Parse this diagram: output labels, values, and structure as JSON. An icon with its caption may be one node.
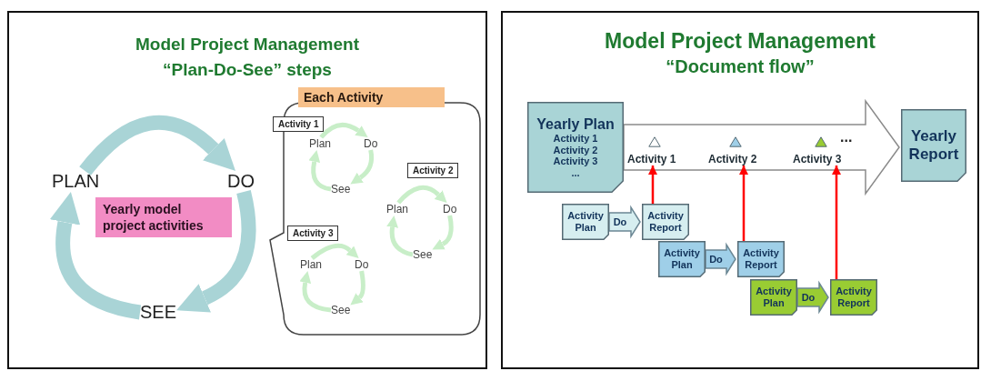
{
  "diagram": {
    "nodes": [
      {
        "text": [
          "Model Project Management",
          "“Plan-Do-See” steps"
        ]
      },
      {
        "text": [
          "PLAN"
        ],
        "in": 0
      },
      {
        "text": [
          "DO"
        ],
        "in": 0
      },
      {
        "text": [
          "SEE"
        ],
        "in": 0
      },
      {
        "text": [
          "Yearly model project activities"
        ],
        "in": 0
      },
      {
        "text": [
          "Each Activity"
        ],
        "in": 0
      },
      {
        "text": [
          "Activity 1"
        ],
        "in": 5
      },
      {
        "text": [
          "Plan"
        ],
        "in": 5
      },
      {
        "text": [
          "Do"
        ],
        "in": 5
      },
      {
        "text": [
          "See"
        ],
        "in": 5
      },
      {
        "text": [
          "Activity 2"
        ],
        "in": 5
      },
      {
        "text": [
          "Plan"
        ],
        "in": 5
      },
      {
        "text": [
          "Do"
        ],
        "in": 5
      },
      {
        "text": [
          "See"
        ],
        "in": 5
      },
      {
        "text": [
          "Activity 3"
        ],
        "in": 5
      },
      {
        "text": [
          "Plan"
        ],
        "in": 5
      },
      {
        "text": [
          "Do"
        ],
        "in": 5
      },
      {
        "text": [
          "See"
        ],
        "in": 5
      },
      {
        "text": [
          "Model Project Management",
          "“Document flow”"
        ]
      },
      {
        "text": [
          "Yearly Plan",
          "Activity 1",
          "Activity 2",
          "Activity 3",
          "..."
        ],
        "in": 18
      },
      {
        "text": [
          "Activity 1"
        ],
        "in": 18
      },
      {
        "text": [
          "Activity 2"
        ],
        "in": 18
      },
      {
        "text": [
          "Activity 3"
        ],
        "in": 18
      },
      {
        "text": [
          "Yearly Report"
        ],
        "in": 18
      },
      {
        "text": [
          "Activity Plan"
        ],
        "in": 18
      },
      {
        "text": [
          "Activity Report"
        ],
        "in": 18
      },
      {
        "text": [
          "Activity Plan"
        ],
        "in": 18
      },
      {
        "text": [
          "Activity Report"
        ],
        "in": 18
      },
      {
        "text": [
          "Activity Plan"
        ],
        "in": 18
      },
      {
        "text": [
          "Activity Report"
        ],
        "in": 18
      }
    ],
    "edges": [
      {
        "from": 1,
        "to": 2,
        "arrow": "to",
        "style": "thick",
        "color": "#a9d4d6"
      },
      {
        "from": 2,
        "to": 3,
        "arrow": "to",
        "style": "thick",
        "color": "#a9d4d6"
      },
      {
        "from": 3,
        "to": 1,
        "arrow": "to",
        "style": "thick",
        "color": "#a9d4d6"
      },
      {
        "from": 7,
        "to": 8,
        "arrow": "to"
      },
      {
        "from": 8,
        "to": 9,
        "arrow": "to"
      },
      {
        "from": 9,
        "to": 7,
        "arrow": "to"
      },
      {
        "from": 11,
        "to": 12,
        "arrow": "to"
      },
      {
        "from": 12,
        "to": 13,
        "arrow": "to"
      },
      {
        "from": 13,
        "to": 11,
        "arrow": "to"
      },
      {
        "from": 15,
        "to": 16,
        "arrow": "to"
      },
      {
        "from": 16,
        "to": 17,
        "arrow": "to"
      },
      {
        "from": 17,
        "to": 15,
        "arrow": "to"
      },
      {
        "from": 19,
        "to": 23,
        "arrow": "to",
        "style": "thick",
        "color": "#ffffff"
      },
      {
        "from": 24,
        "to": 25,
        "arrow": "to",
        "label": "Do",
        "style": "thick",
        "color": "#d6eef0"
      },
      {
        "from": 26,
        "to": 27,
        "arrow": "to",
        "label": "Do",
        "style": "thick",
        "color": "#9fcfe8"
      },
      {
        "from": 28,
        "to": 29,
        "arrow": "to",
        "label": "Do",
        "style": "thick",
        "color": "#99cc33"
      },
      {
        "from": 25,
        "to": 20,
        "arrow": "to",
        "color": "#ff0000"
      },
      {
        "from": 27,
        "to": 21,
        "arrow": "to",
        "color": "#ff0000"
      },
      {
        "from": 29,
        "to": 22,
        "arrow": "to",
        "color": "#ff0000"
      }
    ],
    "labels": [
      "..."
    ]
  }
}
